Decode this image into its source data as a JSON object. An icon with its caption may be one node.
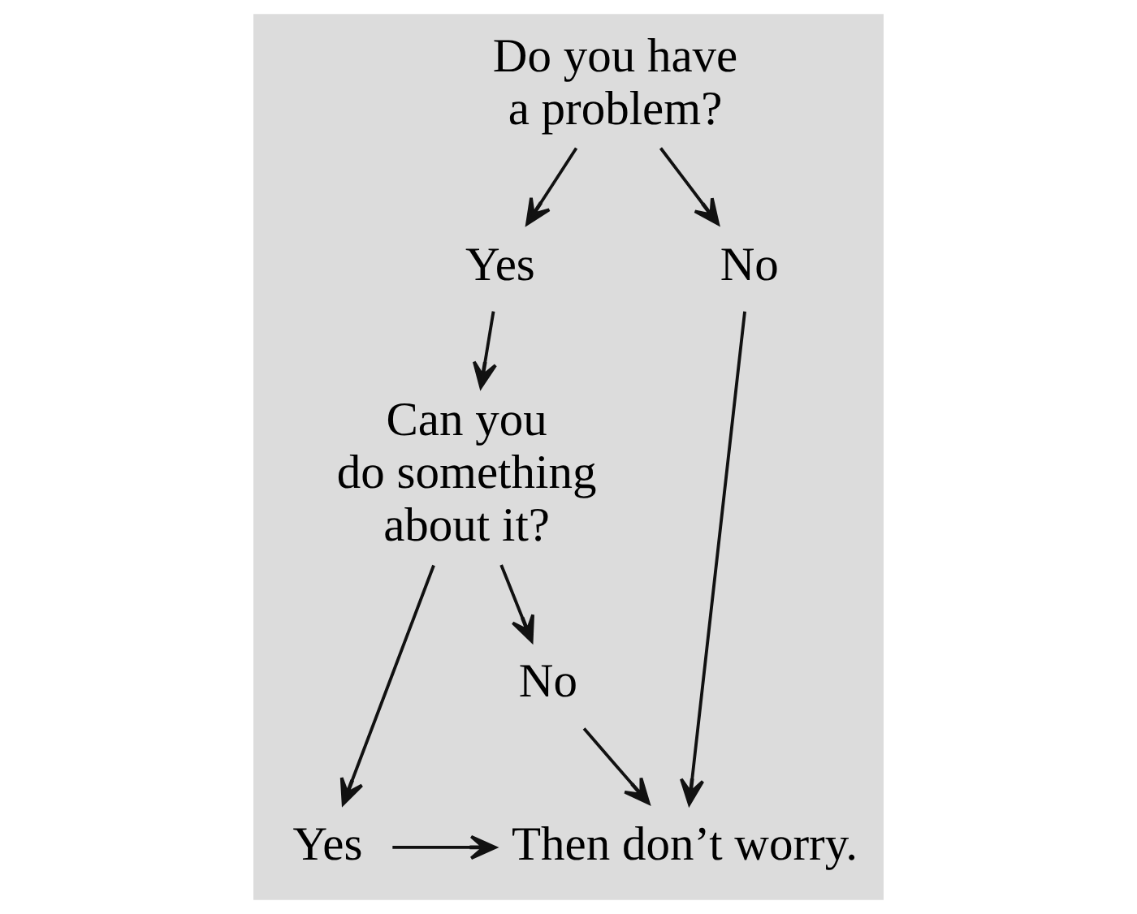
{
  "diagram": {
    "nodes": [
      {
        "text": [
          "Do you have a problem?"
        ]
      },
      {
        "text": [
          "Yes"
        ]
      },
      {
        "text": [
          "No"
        ]
      },
      {
        "text": [
          "Can you do something about it?"
        ]
      },
      {
        "text": [
          "No"
        ]
      },
      {
        "text": [
          "Yes"
        ]
      },
      {
        "text": [
          "Then don’t worry."
        ]
      }
    ],
    "edges": [
      {
        "from": 0,
        "to": 1,
        "arrow": "to"
      },
      {
        "from": 0,
        "to": 2,
        "arrow": "to"
      },
      {
        "from": 1,
        "to": 3,
        "arrow": "to"
      },
      {
        "from": 2,
        "to": 6,
        "arrow": "to"
      },
      {
        "from": 3,
        "to": 4,
        "arrow": "to"
      },
      {
        "from": 3,
        "to": 5,
        "arrow": "to"
      },
      {
        "from": 4,
        "to": 6,
        "arrow": "to"
      },
      {
        "from": 5,
        "to": 6,
        "arrow": "to"
      }
    ]
  }
}
